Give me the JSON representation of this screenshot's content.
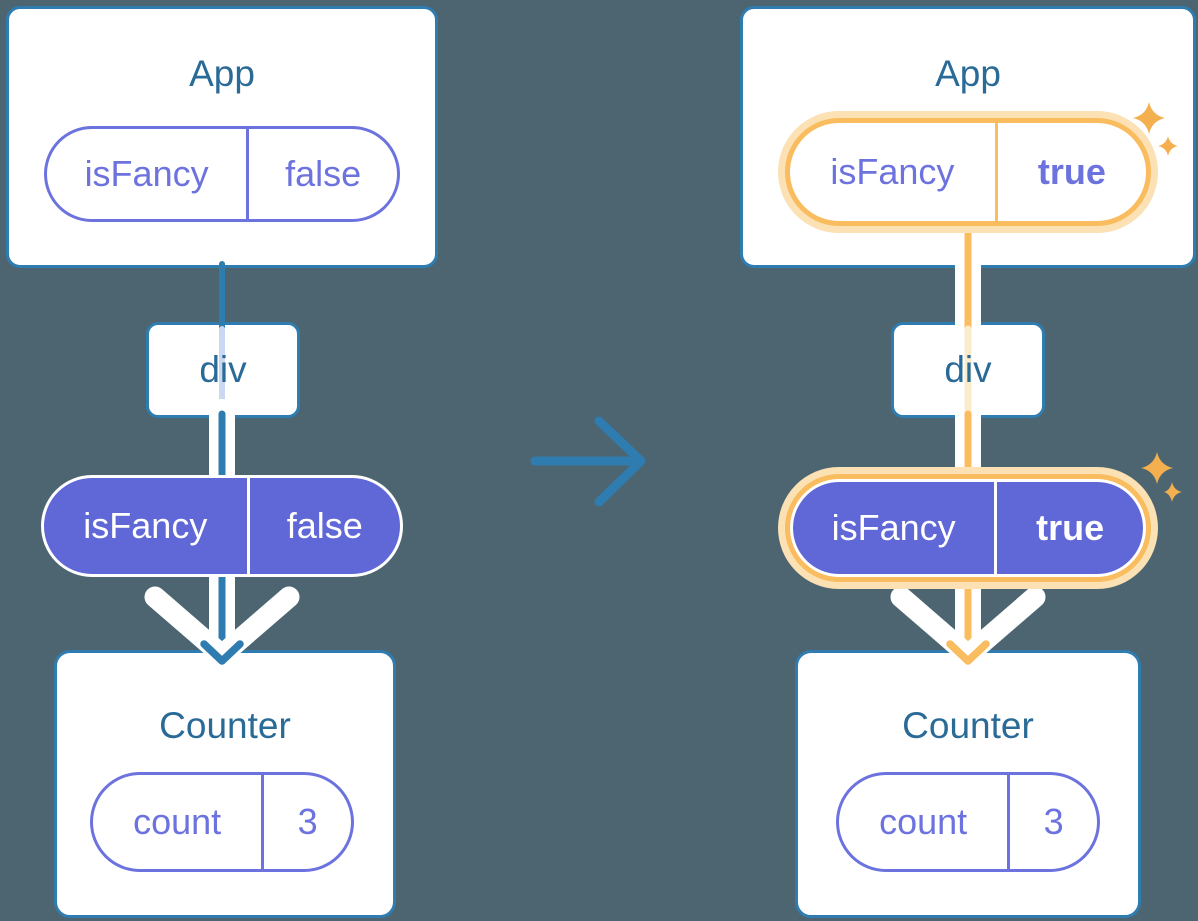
{
  "theme": {
    "background": "#4C6570",
    "line_blue": "#2F7CB0",
    "title_text": "#2A6A97",
    "purple": "#6067D6",
    "purple_light": "#6C72DE",
    "periwinkle": "#CBD8F2",
    "orange": "#F9BC5F",
    "orange_pale": "#FBE1B3",
    "cream": "#FBECCC",
    "sparkle": "#F4B04F",
    "white": "#FFFFFF"
  },
  "left_tree": {
    "app": {
      "title": "App",
      "prop": {
        "name": "isFancy",
        "value": "false"
      }
    },
    "div": {
      "label": "div"
    },
    "passed_prop": {
      "name": "isFancy",
      "value": "false"
    },
    "counter": {
      "title": "Counter",
      "state": {
        "name": "count",
        "value": "3"
      }
    }
  },
  "right_tree": {
    "app": {
      "title": "App",
      "prop": {
        "name": "isFancy",
        "value": "true"
      }
    },
    "div": {
      "label": "div"
    },
    "passed_prop": {
      "name": "isFancy",
      "value": "true"
    },
    "counter": {
      "title": "Counter",
      "state": {
        "name": "count",
        "value": "3"
      }
    }
  }
}
